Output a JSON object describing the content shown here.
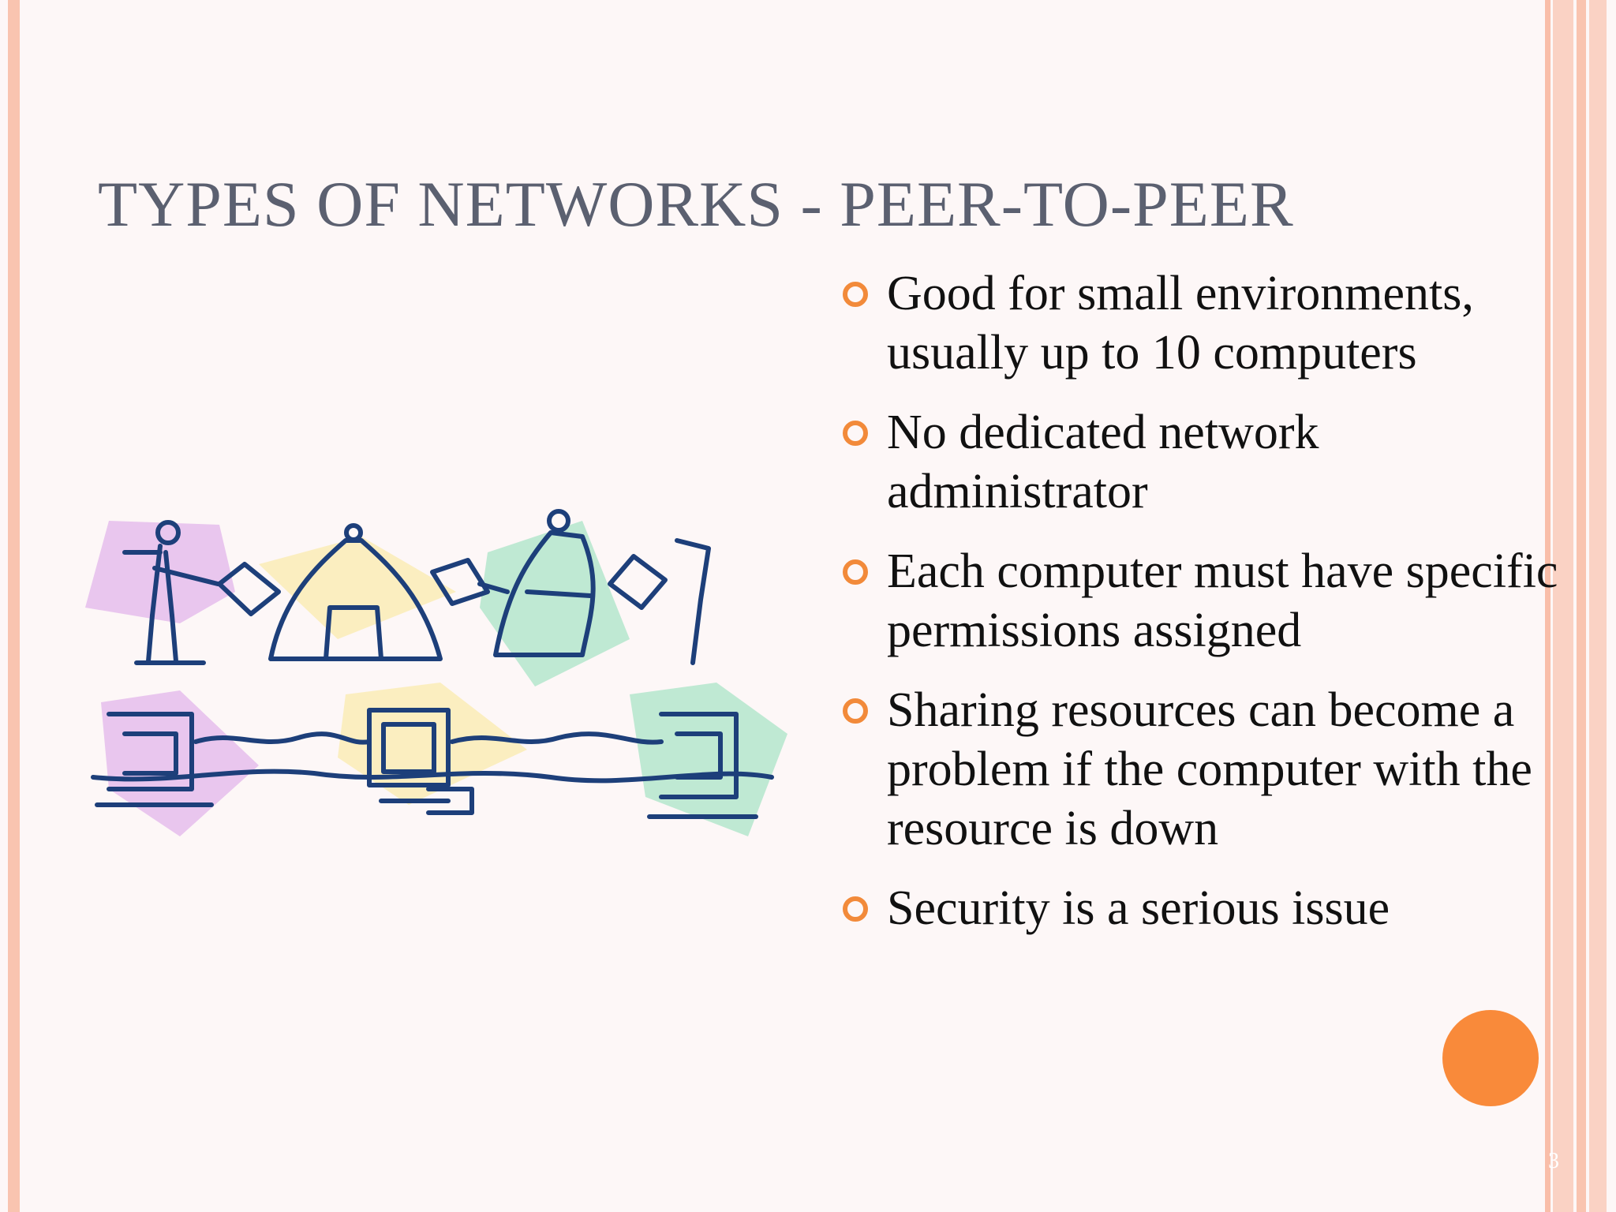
{
  "slide": {
    "title": "TYPES OF NETWORKS - PEER-TO-PEER",
    "bullets": [
      "Good for small environments, usually up to 10 computers",
      "No dedicated network administrator",
      "Each computer must have specific permissions assigned",
      "Sharing resources can become a problem if the computer with the resource is down",
      "Security is a serious issue"
    ],
    "page_number": "3"
  },
  "colors": {
    "background": "#fdf7f7",
    "border": "#f9c4b0",
    "title": "#5b6070",
    "bullet_marker": "#f28a3a",
    "accent_circle": "#f98a3a",
    "clipart_outline": "#1d3f7a",
    "clipart_purple": "#e9c6ee",
    "clipart_yellow": "#fbeec0",
    "clipart_green": "#bfe9d3"
  },
  "clipart": {
    "description_icon": "peer-to-peer-network-clipart"
  }
}
